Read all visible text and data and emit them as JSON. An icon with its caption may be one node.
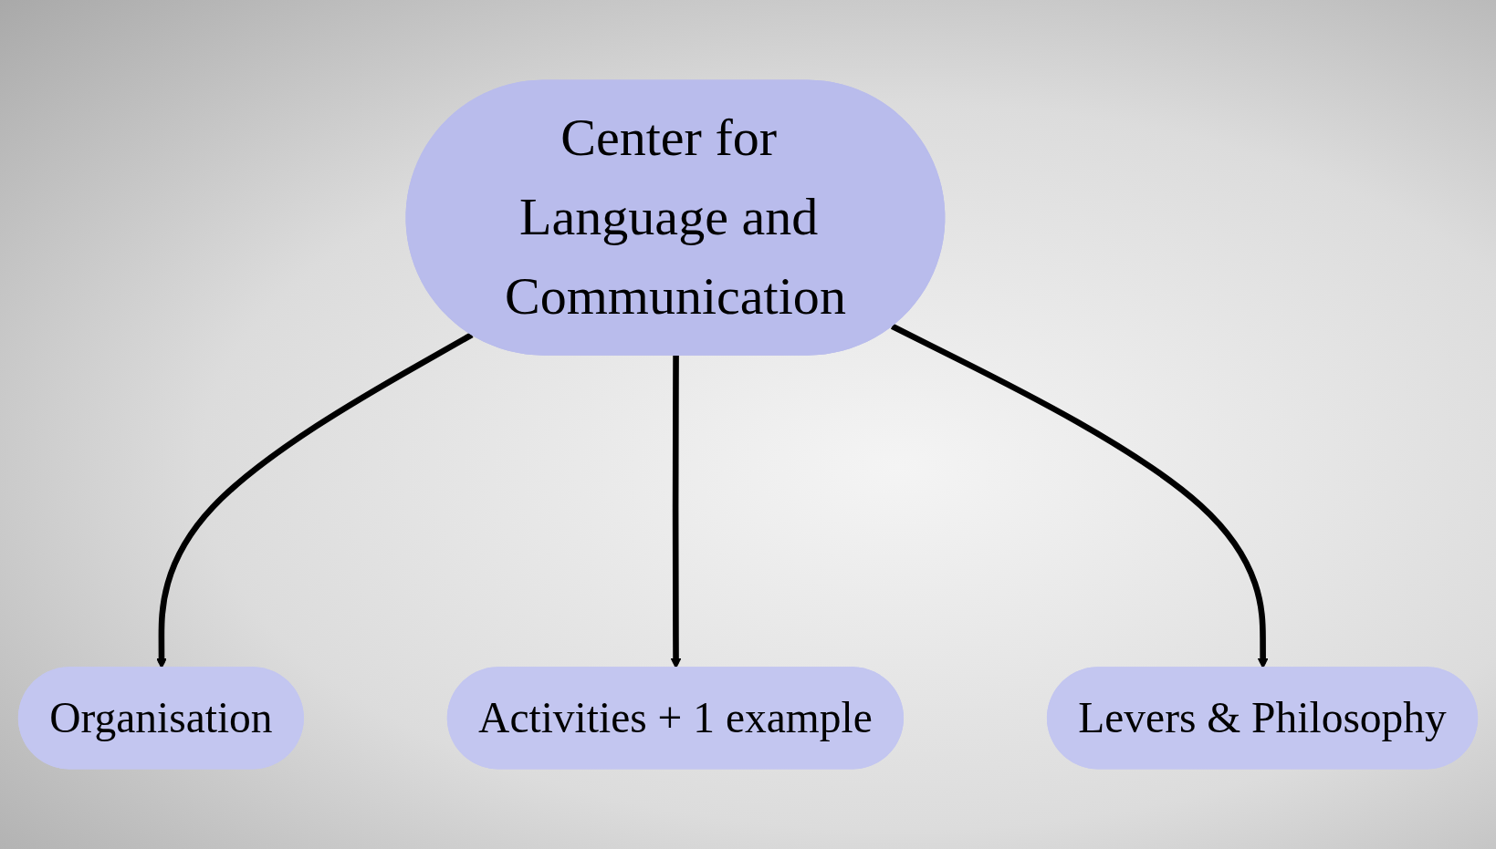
{
  "diagram": {
    "nodes": [
      {
        "text": [
          "Center for Language and Communication"
        ]
      },
      {
        "text": [
          "Organisation"
        ]
      },
      {
        "text": [
          "Activities + 1 example"
        ]
      },
      {
        "text": [
          "Levers & Philosophy"
        ]
      }
    ],
    "edges": [
      {
        "from": 0,
        "to": 1,
        "arrow": "to"
      },
      {
        "from": 0,
        "to": 2,
        "arrow": "to"
      },
      {
        "from": 0,
        "to": 3,
        "arrow": "to"
      }
    ]
  }
}
